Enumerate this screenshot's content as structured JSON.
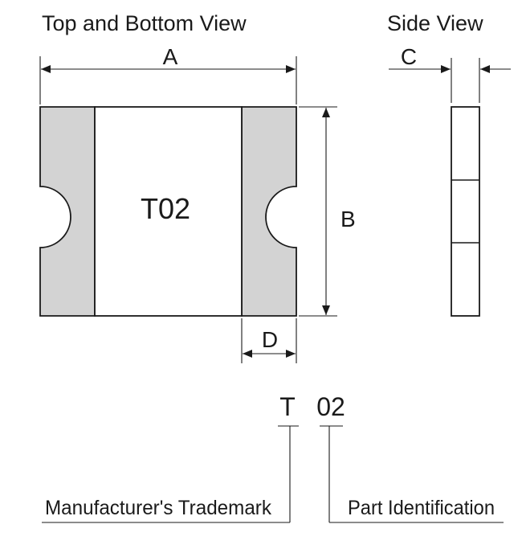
{
  "titles": {
    "top_bottom_view": "Top and Bottom View",
    "side_view": "Side View"
  },
  "dimensions": {
    "a": "A",
    "b": "B",
    "c": "C",
    "d": "D"
  },
  "body_marking": "T02",
  "code_breakdown": {
    "trademark_char": "T",
    "part_id_chars": "02",
    "trademark_label": "Manufacturer's Trademark",
    "part_id_label": "Part Identification"
  },
  "colors": {
    "terminal_fill": "#d3d3d3",
    "line": "#1a1a1a"
  }
}
